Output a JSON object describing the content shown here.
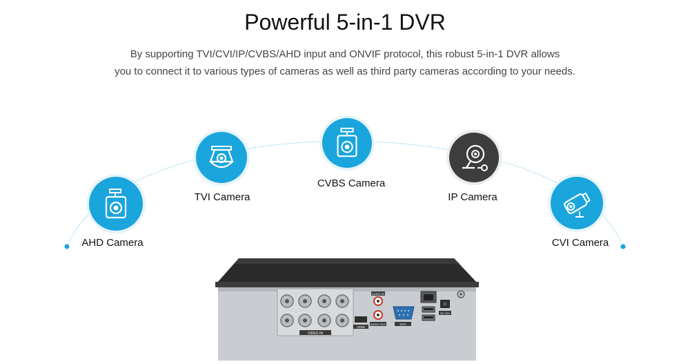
{
  "header": {
    "title": "Powerful 5-in-1 DVR",
    "description_line1": "By supporting TVI/CVI/IP/CVBS/AHD input and ONVIF protocol, this robust 5-in-1 DVR allows",
    "description_line2": "you to connect it to various types of cameras as well as third party cameras according to your needs."
  },
  "colors": {
    "accent_blue": "#1aa5dc",
    "dark_gray": "#3d3d3d",
    "ring": "#e6f4fb"
  },
  "cameras": [
    {
      "label": "AHD Camera",
      "icon": "bullet-camera-icon"
    },
    {
      "label": "TVI Camera",
      "icon": "dome-camera-icon"
    },
    {
      "label": "CVBS Camera",
      "icon": "bullet-camera-icon"
    },
    {
      "label": "IP Camera",
      "icon": "ip-camera-icon"
    },
    {
      "label": "CVI Camera",
      "icon": "bullet-camera-icon"
    }
  ],
  "dvr": {
    "labels": {
      "video_in": "VIDEO IN",
      "audio_in": "AUDIO IN",
      "audio_out": "AUDIO OUT",
      "hdmi": "HDMI",
      "vga": "VGA",
      "power": "DC 12V"
    }
  }
}
